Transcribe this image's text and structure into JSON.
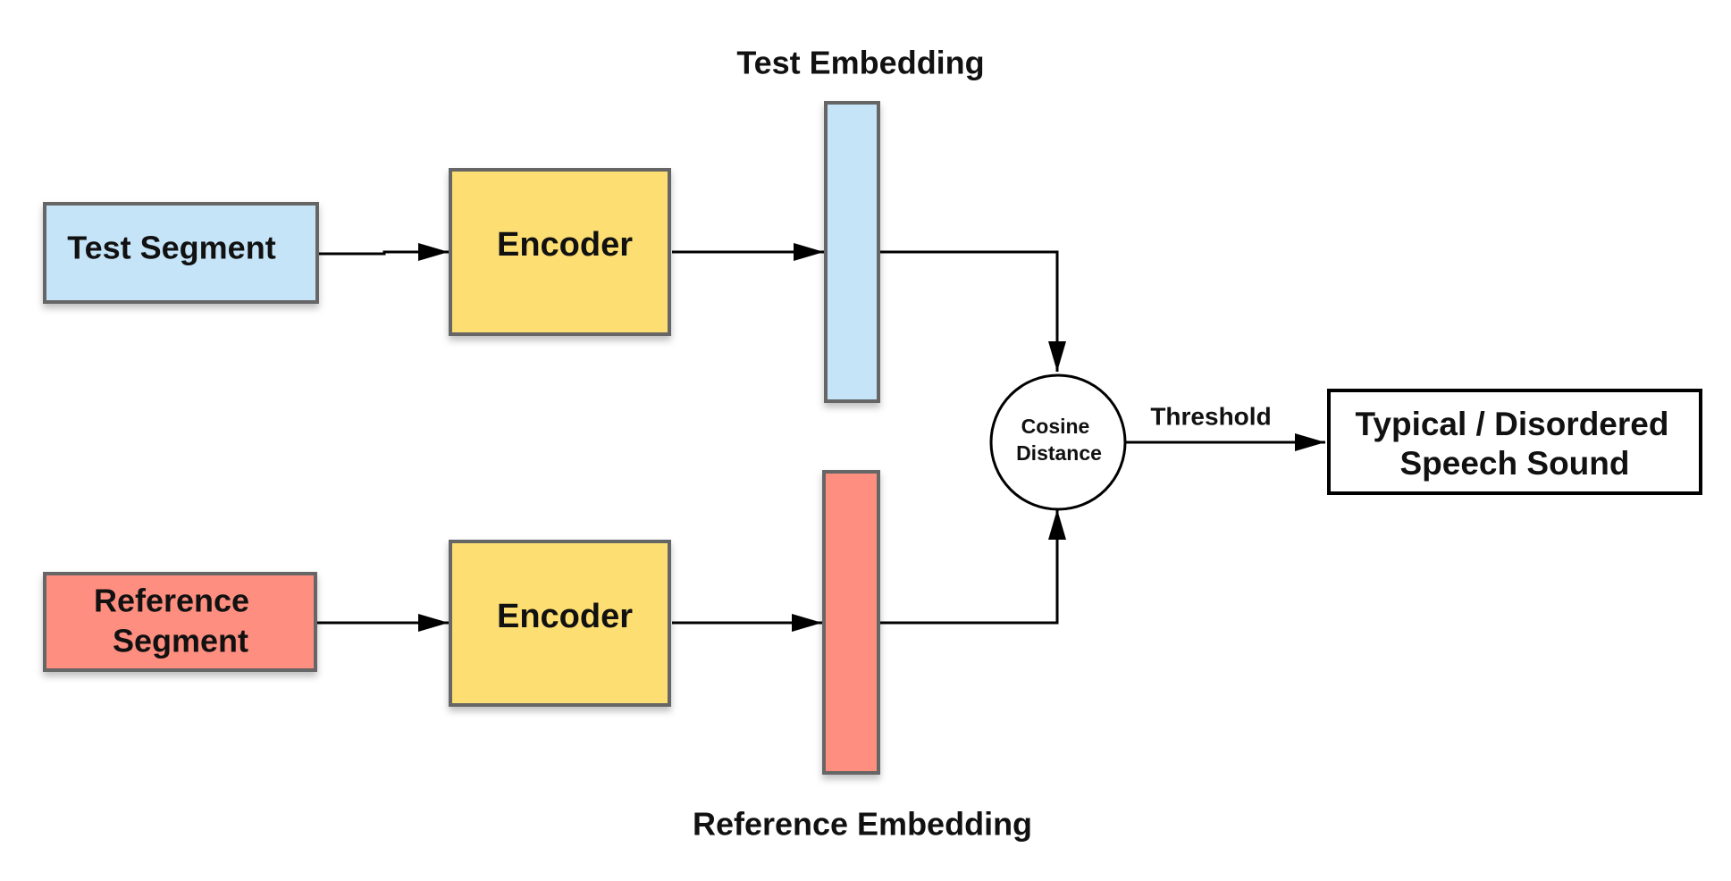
{
  "test_segment": {
    "label": "Test Segment"
  },
  "reference_segment": {
    "label_line1": "Reference",
    "label_line2": "Segment"
  },
  "encoders": {
    "top_label": "Encoder",
    "bottom_label": "Encoder"
  },
  "test_embedding": {
    "label": "Test Embedding"
  },
  "reference_embedding": {
    "label": "Reference Embedding"
  },
  "distance": {
    "line1": "Cosine",
    "line2": "Distance"
  },
  "threshold": {
    "label": "Threshold"
  },
  "output": {
    "line1": "Typical / Disordered",
    "line2": "Speech Sound"
  },
  "colors": {
    "test_fill": "#c5e4f7",
    "reference_fill": "#fd8e80",
    "encoder_fill": "#fdde72",
    "box_border": "#666666",
    "arrow": "#000000"
  }
}
